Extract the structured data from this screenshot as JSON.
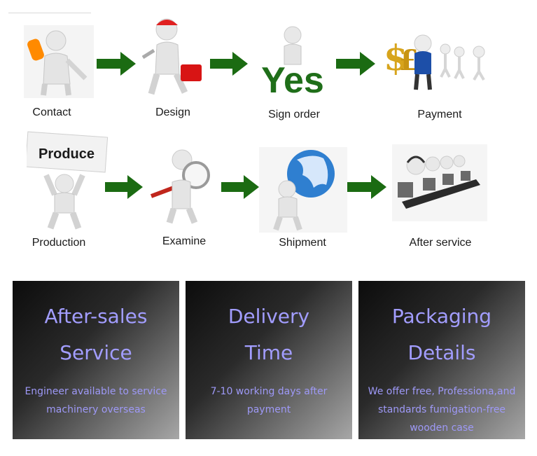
{
  "steps": [
    {
      "label": "Contact",
      "icon": "phone-person-icon"
    },
    {
      "label": "Design",
      "icon": "person-with-toolbox-icon"
    },
    {
      "label": "Sign order",
      "icon": "yes-sign-icon",
      "sign_text": "Yes"
    },
    {
      "label": "Payment",
      "icon": "money-person-icon"
    },
    {
      "label": "Production",
      "icon": "person-holding-sign-icon",
      "sign_text": "Produce"
    },
    {
      "label": "Examine",
      "icon": "magnifier-person-icon"
    },
    {
      "label": "Shipment",
      "icon": "globe-carrier-icon"
    },
    {
      "label": "After service",
      "icon": "call-center-icon"
    }
  ],
  "panels": [
    {
      "title_line1": "After-sales",
      "title_line2": "Service",
      "body": [
        "Engineer available to service",
        "machinery overseas"
      ]
    },
    {
      "title_line1": "Delivery",
      "title_line2": "Time",
      "body": [
        "7-10 working days after",
        "payment"
      ]
    },
    {
      "title_line1": "Packaging",
      "title_line2": "Details",
      "body": [
        "We offer free, Professiona,and",
        "standards fumigation-free",
        "wooden case"
      ]
    }
  ],
  "colors": {
    "arrow": "#1b6b12",
    "yes_green": "#1f6e19",
    "panel_text": "#a29dff",
    "globe": "#2f7fd0"
  }
}
